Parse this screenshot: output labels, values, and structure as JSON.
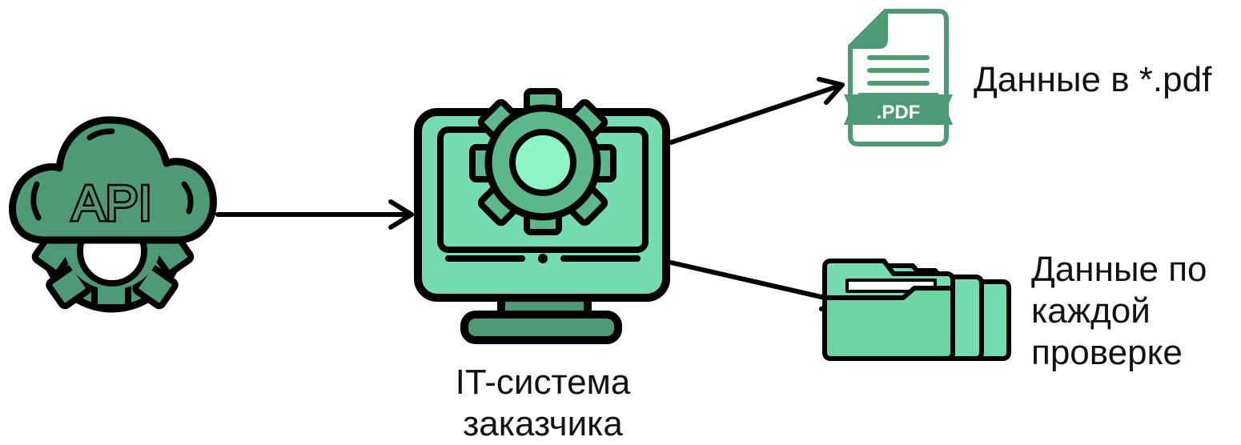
{
  "api_icon": {
    "text": "API",
    "icon": "api-cloud-gear-icon"
  },
  "system_icon": {
    "icon": "monitor-gear-icon"
  },
  "pdf_icon": {
    "text": ".PDF",
    "icon": "pdf-file-icon"
  },
  "folders_icon": {
    "icon": "folders-stack-icon"
  },
  "labels": {
    "pdf_output": "Данные в *.pdf",
    "checks_output": [
      "Данные по",
      "каждой",
      "проверке"
    ],
    "system": [
      "IT-система",
      "заказчика"
    ]
  },
  "colors": {
    "dark_green": "#4f9a76",
    "mid_green": "#5cb78b",
    "light_green": "#75dbb0",
    "mint": "#8ef5c6",
    "outline": "#000000"
  }
}
